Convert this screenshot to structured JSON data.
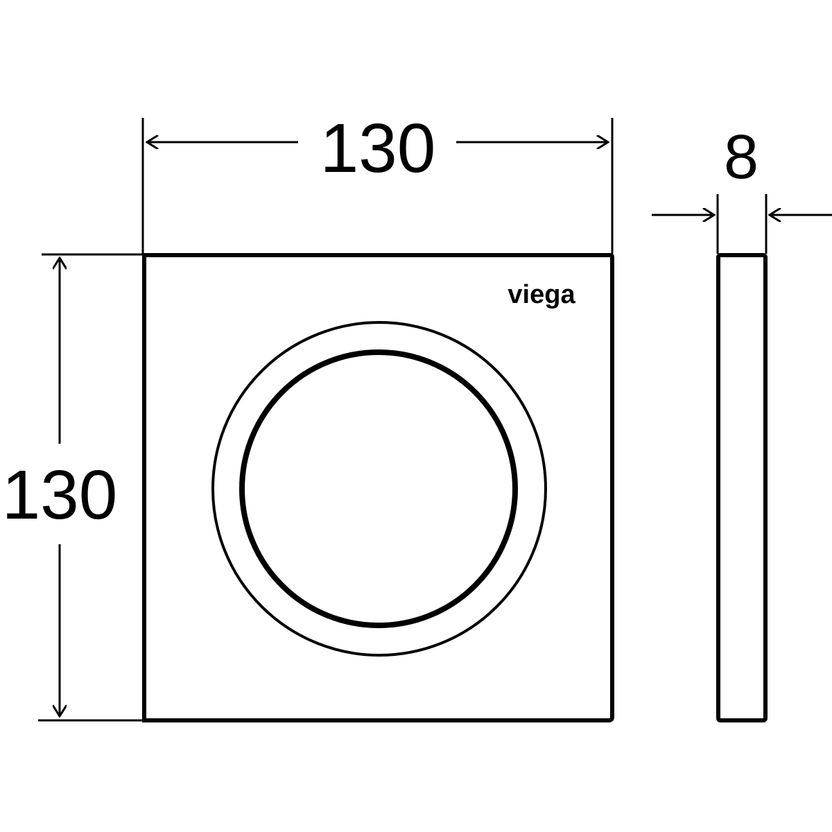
{
  "drawing": {
    "width_label": "130",
    "height_label": "130",
    "thickness_label": "8",
    "brand_logo": "viega",
    "line_color": "#000000",
    "background_color": "#ffffff"
  }
}
